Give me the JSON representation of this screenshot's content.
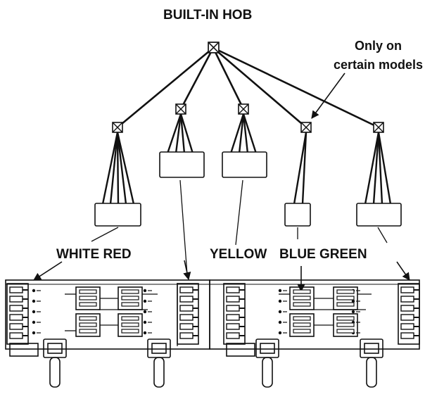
{
  "title": "BUILT-IN HOB",
  "note": {
    "line1": "Only on",
    "line2": "certain models"
  },
  "labels": {
    "white_red": "WHITE RED",
    "yellow": "YELLOW",
    "blue_green": "BLUE GREEN"
  },
  "colors": {
    "ink": "#111111",
    "background": "#ffffff"
  },
  "icons": {
    "junction": "cross-box-icon",
    "connector": "connector-block-icon",
    "knob": "rotary-knob-shaft-icon"
  }
}
